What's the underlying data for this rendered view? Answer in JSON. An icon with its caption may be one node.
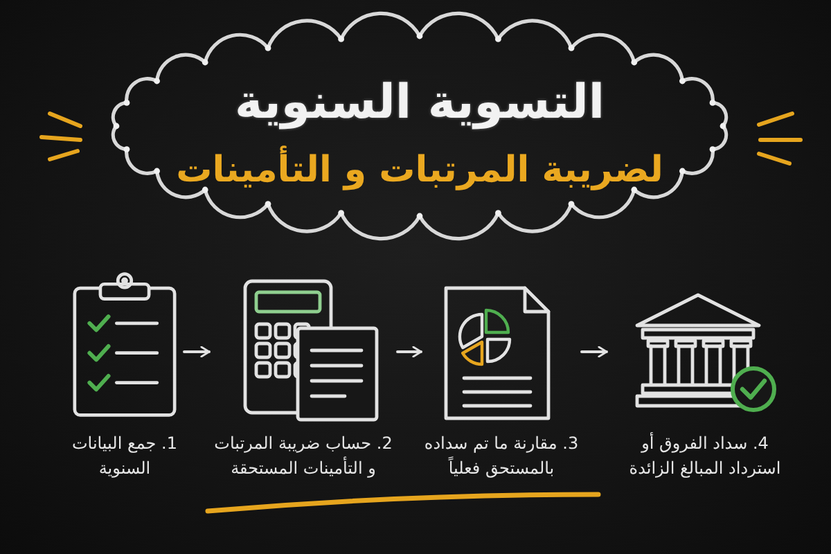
{
  "diagram": {
    "nodes": [
      {
        "text": [
          "التسوية السنوية",
          "لضريبة المرتبات و التأمينات"
        ]
      },
      {
        "text": [
          "1. جمع البيانات السنوية"
        ]
      },
      {
        "text": [
          "2. حساب ضريبة المرتبات و التأمينات المستحقة"
        ]
      },
      {
        "text": [
          "3. مقارنة ما تم سداده بالمستحق فعلياً"
        ]
      },
      {
        "text": [
          "4. سداد الفروق أو استرداد المبالغ الزائدة"
        ]
      }
    ],
    "edges": [
      {
        "from": 1,
        "to": 2,
        "arrow": "to"
      },
      {
        "from": 2,
        "to": 3,
        "arrow": "to"
      },
      {
        "from": 3,
        "to": 4,
        "arrow": "to"
      }
    ]
  }
}
